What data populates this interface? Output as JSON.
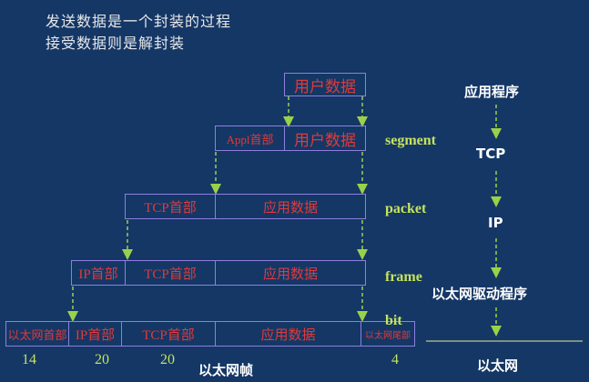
{
  "title": {
    "line1": "发送数据是一个封装的过程",
    "line2": "接受数据则是解封装"
  },
  "rows": {
    "r1": {
      "user_data": "用户数据"
    },
    "r2": {
      "appl_header": "Appl首部",
      "user_data": "用户数据"
    },
    "r3": {
      "tcp_header": "TCP首部",
      "app_data": "应用数据"
    },
    "r4": {
      "ip_header": "IP首部",
      "tcp_header": "TCP首部",
      "app_data": "应用数据"
    },
    "r5": {
      "eth_header": "以太网首部",
      "ip_header": "IP首部",
      "tcp_header": "TCP首部",
      "app_data": "应用数据",
      "eth_trailer": "以太网尾部"
    }
  },
  "layer_labels": [
    "segment",
    "packet",
    "frame",
    "bit"
  ],
  "stack": {
    "application": "应用程序",
    "tcp": "TCP",
    "ip": "IP",
    "driver": "以太网驱动程序",
    "ethernet": "以太网"
  },
  "sizes": [
    "14",
    "20",
    "20",
    "4"
  ],
  "frame_caption": "以太网帧",
  "colors": {
    "background": "#143766",
    "box_border": "#8e7fe0",
    "box_text": "#e03a3a",
    "arrow": "#9ad14a",
    "layer_label": "#c6e35c"
  }
}
